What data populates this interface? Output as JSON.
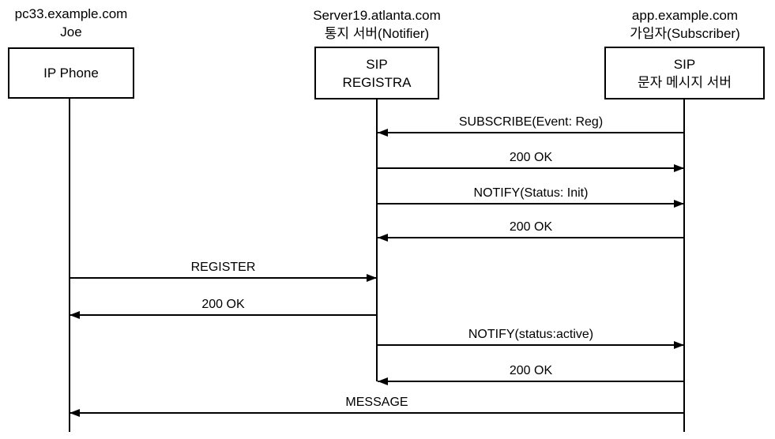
{
  "colors": {
    "line": "#000000",
    "background": "#ffffff",
    "text": "#000000"
  },
  "participants": [
    {
      "host": "pc33.example.com",
      "role": "Joe",
      "box_line1": "IP Phone",
      "box_line2": ""
    },
    {
      "host": "Server19.atlanta.com",
      "role": "통지 서버(Notifier)",
      "box_line1": "SIP",
      "box_line2": "REGISTRA"
    },
    {
      "host": "app.example.com",
      "role": "가입자(Subscriber)",
      "box_line1": "SIP",
      "box_line2": "문자 메시지 서버"
    }
  ],
  "messages": [
    {
      "label": "SUBSCRIBE(Event: Reg)",
      "from": "app.example.com",
      "to": "Server19.atlanta.com",
      "direction": "left"
    },
    {
      "label": "200 OK",
      "from": "Server19.atlanta.com",
      "to": "app.example.com",
      "direction": "right"
    },
    {
      "label": "NOTIFY(Status: Init)",
      "from": "Server19.atlanta.com",
      "to": "app.example.com",
      "direction": "right"
    },
    {
      "label": "200 OK",
      "from": "app.example.com",
      "to": "Server19.atlanta.com",
      "direction": "left"
    },
    {
      "label": "REGISTER",
      "from": "pc33.example.com",
      "to": "Server19.atlanta.com",
      "direction": "right"
    },
    {
      "label": "200 OK",
      "from": "Server19.atlanta.com",
      "to": "pc33.example.com",
      "direction": "left"
    },
    {
      "label": "NOTIFY(status:active)",
      "from": "Server19.atlanta.com",
      "to": "app.example.com",
      "direction": "right"
    },
    {
      "label": "200 OK",
      "from": "app.example.com",
      "to": "Server19.atlanta.com",
      "direction": "left"
    },
    {
      "label": "MESSAGE",
      "from": "app.example.com",
      "to": "pc33.example.com",
      "direction": "left"
    }
  ]
}
